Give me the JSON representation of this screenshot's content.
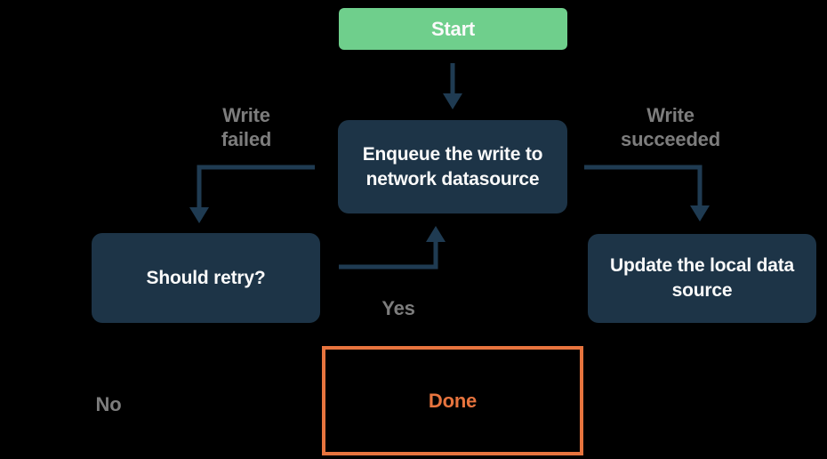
{
  "diagram": {
    "nodes": {
      "start": {
        "label": "Start"
      },
      "enqueue": {
        "label": "Enqueue the write to\nnetwork datasource"
      },
      "should_retry": {
        "label": "Should retry?"
      },
      "update_local": {
        "label": "Update the local data\nsource"
      },
      "done": {
        "label": "Done"
      }
    },
    "edge_labels": {
      "write_failed": "Write\nfailed",
      "write_succeeded": "Write\nsucceeded",
      "yes": "Yes",
      "no": "No"
    },
    "colors": {
      "background": "#000000",
      "start_fill": "#6FCF8C",
      "node_fill": "#1D3447",
      "node_text": "#FAFAFA",
      "arrow": "#1F3B52",
      "edge_label": "#7D7D7D",
      "done_accent": "#E7743E"
    }
  }
}
